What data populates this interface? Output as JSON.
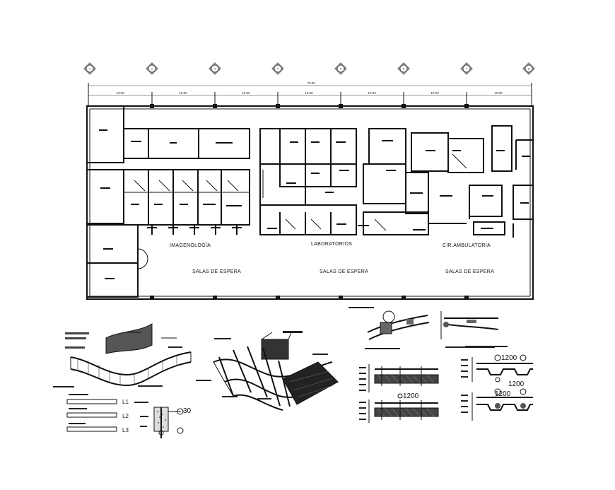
{
  "plan": {
    "axes": [
      "1",
      "2",
      "3",
      "4",
      "5",
      "6",
      "7",
      "8"
    ],
    "overall_dimension": "70.00",
    "bay_dimensions": [
      "10.00",
      "10.00",
      "10.00",
      "10.00",
      "10.00",
      "10.00",
      "10.00"
    ],
    "zones": {
      "imagenologia": "IMAGENOLOGÍA",
      "laboratorios": "LABORATORIOS",
      "cir_ambulatoria": "CIR.AMBULATORIA"
    },
    "waiting": {
      "left": "SALAS DE ESPERA",
      "center": "SALAS DE ESPERA",
      "right": "SALAS DE ESPERA"
    }
  },
  "details": {
    "anchor_dimension": "30",
    "panel_dimension_top": "1200",
    "panel_dimension_bottom": "1200",
    "panel_dimension_right_top": "1200",
    "panel_dimension_right_bottom": "1200"
  },
  "colors": {
    "line": "#111111",
    "hatch": "#333333",
    "background": "#ffffff"
  }
}
